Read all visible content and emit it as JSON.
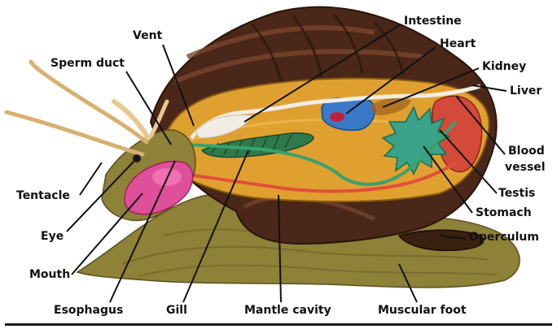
{
  "labels": {
    "vent": "Vent",
    "intestine": "Intestine",
    "sperm_duct": "Sperm duct",
    "heart": "Heart",
    "kidney": "Kidney",
    "liver": "Liver",
    "blood_vessel_line1": "Blood",
    "blood_vessel_line2": "vessel",
    "testis": "Testis",
    "stomach": "Stomach",
    "operculum": "Operculum",
    "tentacle": "Tentacle",
    "eye": "Eye",
    "mouth": "Mouth",
    "esophagus": "Esophagus",
    "gill": "Gill",
    "mantle_cavity": "Mantle cavity",
    "muscular_foot": "Muscular foot"
  },
  "colors": {
    "shell_dark": "#4a2718",
    "shell_mid": "#7a4530",
    "body_orange": "#e0a030",
    "foot_olive": "#8e8138",
    "liver_red": "#d44a3a",
    "testis_green": "#3aa38a",
    "heart_blue": "#3a78c8",
    "mouth_pink": "#e0509a",
    "gill_green": "#2f7a4c",
    "esophagus_red": "#e0503a",
    "intestine_white": "#f2ede4"
  }
}
